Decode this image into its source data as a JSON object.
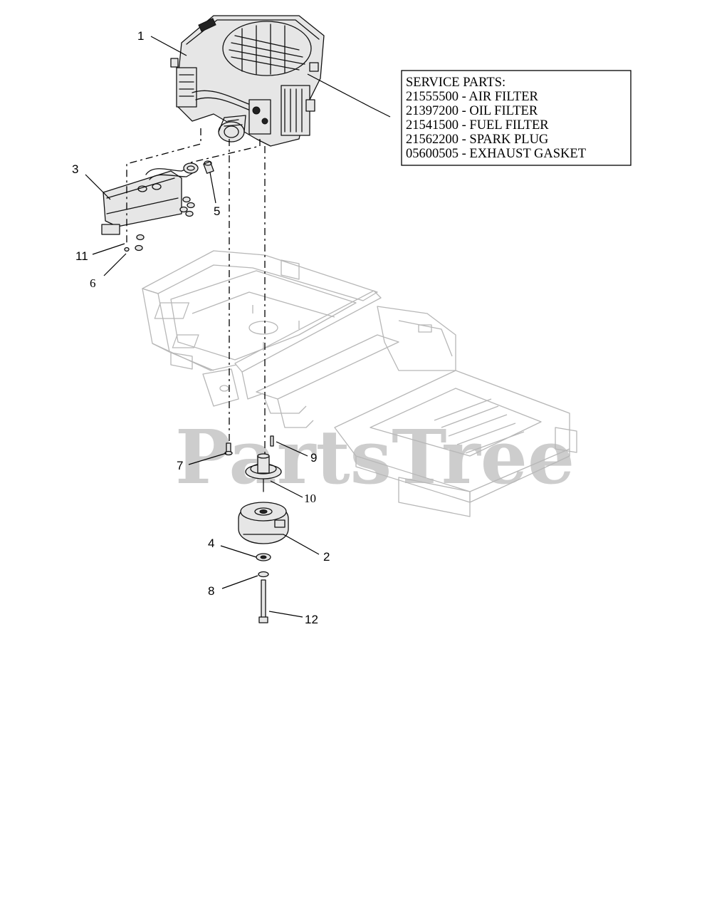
{
  "service_box": {
    "title": "SERVICE PARTS:",
    "lines": [
      "21555500 - AIR FILTER",
      "21397200 - OIL FILTER",
      "21541500 - FUEL FILTER",
      "21562200 - SPARK PLUG",
      "05600505 - EXHAUST GASKET"
    ]
  },
  "callouts": {
    "c1": "1",
    "c2": "2",
    "c3": "3",
    "c4": "4",
    "c5": "5",
    "c6": "6",
    "c7": "7",
    "c8": "8",
    "c9": "9",
    "c10": "10",
    "c11": "11",
    "c12": "12"
  },
  "watermark": "PartsTree"
}
